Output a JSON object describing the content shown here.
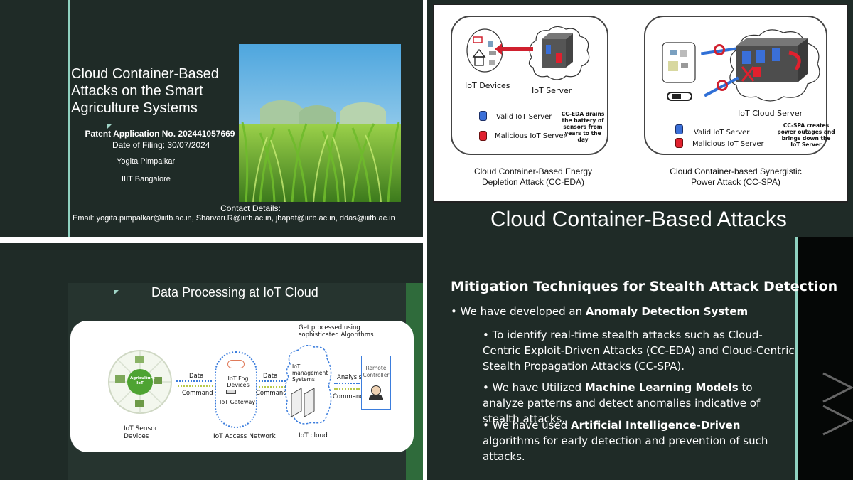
{
  "slide1": {
    "title": "Cloud Container-Based Attacks on the Smart Agriculture Systems",
    "patent": "Patent Application No. 202441057669",
    "filing": "Date of Filing: 30/07/2024",
    "author": "Yogita Pimpalkar",
    "institution": "IIIT Bangalore",
    "contact_heading": "Contact Details:",
    "emails": "Email: yogita.pimpalkar@iiitb.ac.in, Sharvari.R@iiitb.ac.in, jbapat@iiitb.ac.in, ddas@iiitb.ac.in"
  },
  "slide2": {
    "heading": "Cloud Container-Based Attacks",
    "left": {
      "iot_devices": "IoT Devices",
      "iot_server": "IoT Server",
      "valid": "Valid IoT Server",
      "malicious": "Malicious IoT Server",
      "note": "CC-EDA drains the battery of sensors from years to the day",
      "caption_line1": "Cloud Container-Based Energy",
      "caption_line2": "Depletion Attack (CC-EDA)"
    },
    "right": {
      "cloud_server": "IoT Cloud Server",
      "valid": "Valid IoT Server",
      "malicious": "Malicious IoT Server",
      "note": "CC-SPA creates power outages and brings down the IoT Server",
      "caption_line1": "Cloud Container-based Synergistic",
      "caption_line2": "Power Attack (CC-SPA)"
    },
    "colors": {
      "valid": "#3a6fd8",
      "malicious": "#e0202e",
      "arrow_blue": "#2f6fd6",
      "arrow_red": "#d0202e"
    }
  },
  "slide3": {
    "title": "Data Processing at IoT Cloud",
    "get_processed": "Get processed using sophisticated Algorithms",
    "agri_center": "Agriculture IoT",
    "sensor_label": "IoT Sensor Devices",
    "access_label": "IoT Access Network",
    "cloud_label": "IoT cloud",
    "fog": "IoT Fog Devices",
    "gateway": "IoT Gateway",
    "mgmt": "IoT management Systems",
    "remote": "Remote Controller",
    "data1": "Data",
    "command1": "Command",
    "data2": "Data",
    "command2": "Command",
    "analysis": "Analysis",
    "command3": "Command"
  },
  "slide4": {
    "heading": "Mitigation Techniques for Stealth Attack Detection",
    "b1_pre": "• We have developed an ",
    "b1_bold": "Anomaly Detection System",
    "b2": "• To identify real-time stealth attacks such as Cloud-Centric Exploit-Driven Attacks (CC-EDA) and Cloud-Centric Stealth Propagation Attacks (CC-SPA).",
    "b3_pre": "• We have Utilized ",
    "b3_bold": "Machine Learning Models",
    "b3_post": " to analyze patterns and detect anomalies indicative of stealth attacks.",
    "b4_pre": "• We have used ",
    "b4_bold": "Artificial Intelligence-Driven",
    "b4_post": " algorithms for early detection and prevention of such attacks."
  }
}
